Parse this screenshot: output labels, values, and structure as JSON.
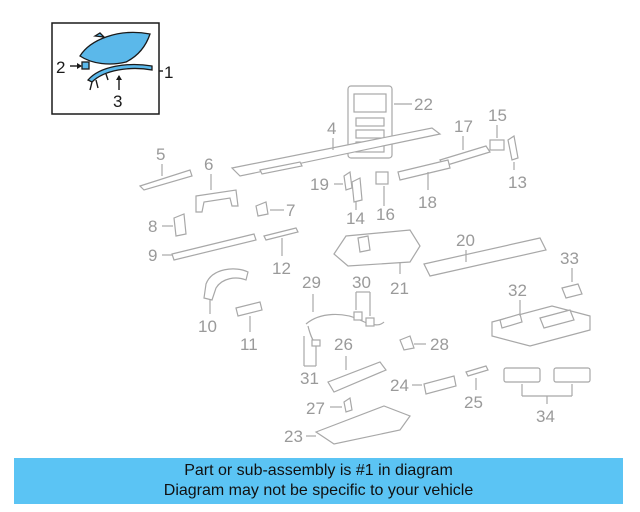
{
  "callouts": {
    "c1": "1",
    "c2": "2",
    "c3": "3",
    "c4": "4",
    "c5": "5",
    "c6": "6",
    "c7": "7",
    "c8": "8",
    "c9": "9",
    "c10": "10",
    "c11": "11",
    "c12": "12",
    "c13": "13",
    "c14": "14",
    "c15": "15",
    "c16": "16",
    "c17": "17",
    "c18": "18",
    "c19": "19",
    "c20": "20",
    "c21": "21",
    "c22": "22",
    "c23": "23",
    "c24": "24",
    "c25": "25",
    "c26": "26",
    "c27": "27",
    "c28": "28",
    "c29": "29",
    "c30": "30",
    "c31": "31",
    "c32": "32",
    "c33": "33",
    "c34": "34"
  },
  "highlight": {
    "part": "1",
    "color": "#5bb8ea"
  },
  "banner": {
    "line1": "Part or sub-assembly is #1 in diagram",
    "line2": "Diagram may not be specific to your vehicle",
    "color": "#5bc4f4"
  }
}
